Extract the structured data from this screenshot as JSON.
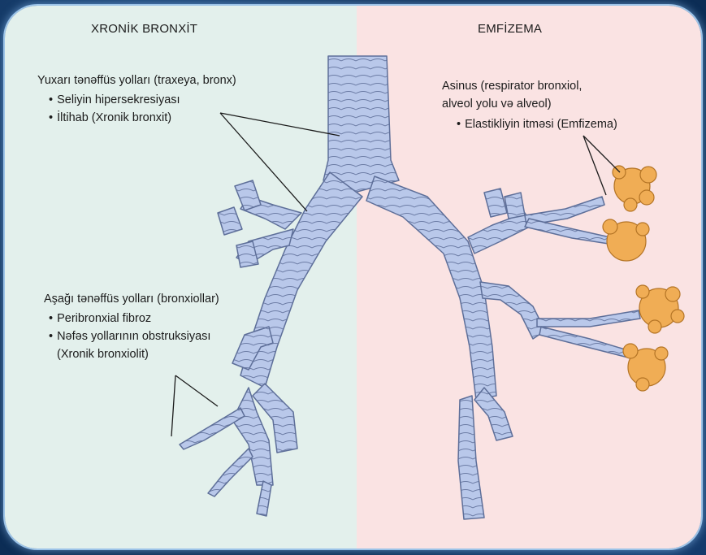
{
  "left_panel": {
    "title": "XRONİK BRONXİT",
    "upper_airways": {
      "heading": "Yuxarı tənəffüs yolları (traxeya, bronx)",
      "bullets": [
        "Seliyin hipersekresiyası",
        "İltihab (Xronik bronxit)"
      ]
    },
    "lower_airways": {
      "heading": "Aşağı tənəffüs yolları (bronxiollar)",
      "bullets": [
        "Peribronxial fibroz",
        "Nəfəs yollarının obstruksiyası"
      ],
      "note": "(Xronik bronxiolit)"
    }
  },
  "right_panel": {
    "title": "EMFİZEMA",
    "acinus": {
      "heading_line1": "Asinus (respirator bronxiol,",
      "heading_line2": "alveol yolu və alveol)",
      "bullets": [
        "Elastikliyin itməsi (Emfizema)"
      ]
    }
  },
  "colors": {
    "left_bg": "#e3f0ec",
    "right_bg": "#fae3e3",
    "airway_fill": "#b9c8ea",
    "airway_stroke": "#5e6f99",
    "alveoli": "#f0ad55",
    "frame_bg": "#0c2d55"
  }
}
